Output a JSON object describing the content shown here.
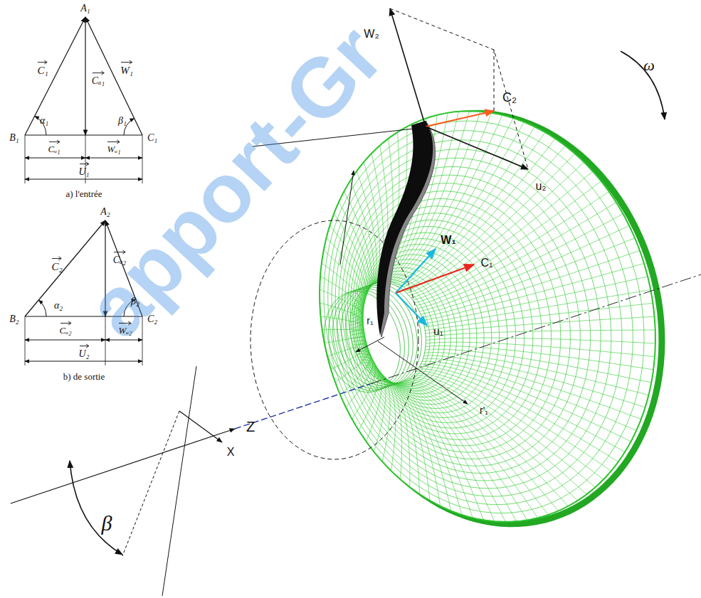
{
  "diagram": {
    "labels": [
      "A₁",
      "C₁",
      "Cₐ₁",
      "W₁",
      "α₁",
      "β₁",
      "B₁",
      "C₁",
      "Cᵤ₁",
      "Wᵤ₁",
      "U₁",
      "a) l'entrée",
      "A₂",
      "C₂",
      "Cₐ₂",
      "α₂",
      "β₂",
      "B₂",
      "C₂",
      "Cᵤ₂",
      "Wᵤ₂",
      "U₂",
      "b) de sortie",
      "W₂",
      "C₂",
      "u₂",
      "ω",
      "W₁",
      "C₁",
      "u₁",
      "r₁",
      "r'₁",
      "Z",
      "X",
      "β",
      "apport-Gr"
    ]
  }
}
